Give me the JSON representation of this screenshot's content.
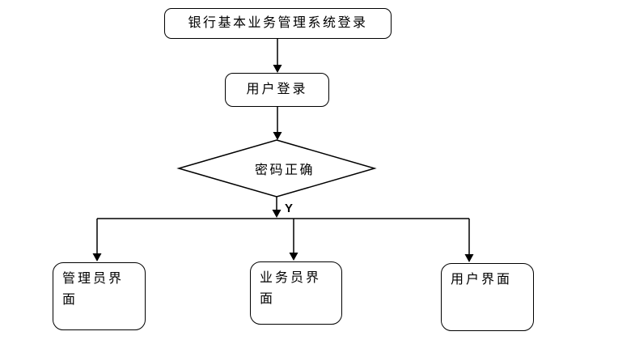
{
  "diagram": {
    "type": "flowchart",
    "background_color": "#ffffff",
    "stroke_color": "#000000",
    "text_color": "#000000",
    "nodes": {
      "login_system": {
        "label": "银行基本业务管理系统登录",
        "shape": "rounded-rectangle"
      },
      "user_login": {
        "label": "用户登录",
        "shape": "rounded-rectangle"
      },
      "password_check": {
        "label": "密码正确",
        "shape": "diamond"
      },
      "admin_interface": {
        "label": "管理员界面",
        "shape": "rounded-rectangle"
      },
      "clerk_interface": {
        "label": "业务员界面",
        "shape": "rounded-rectangle"
      },
      "user_interface": {
        "label": "用户界面",
        "shape": "rounded-rectangle"
      }
    },
    "edges": [
      {
        "from": "login_system",
        "to": "user_login",
        "label": ""
      },
      {
        "from": "user_login",
        "to": "password_check",
        "label": ""
      },
      {
        "from": "password_check",
        "to": "branch_point",
        "label": "Y"
      },
      {
        "from": "branch_point",
        "to": "admin_interface",
        "label": ""
      },
      {
        "from": "branch_point",
        "to": "clerk_interface",
        "label": ""
      },
      {
        "from": "branch_point",
        "to": "user_interface",
        "label": ""
      }
    ]
  }
}
